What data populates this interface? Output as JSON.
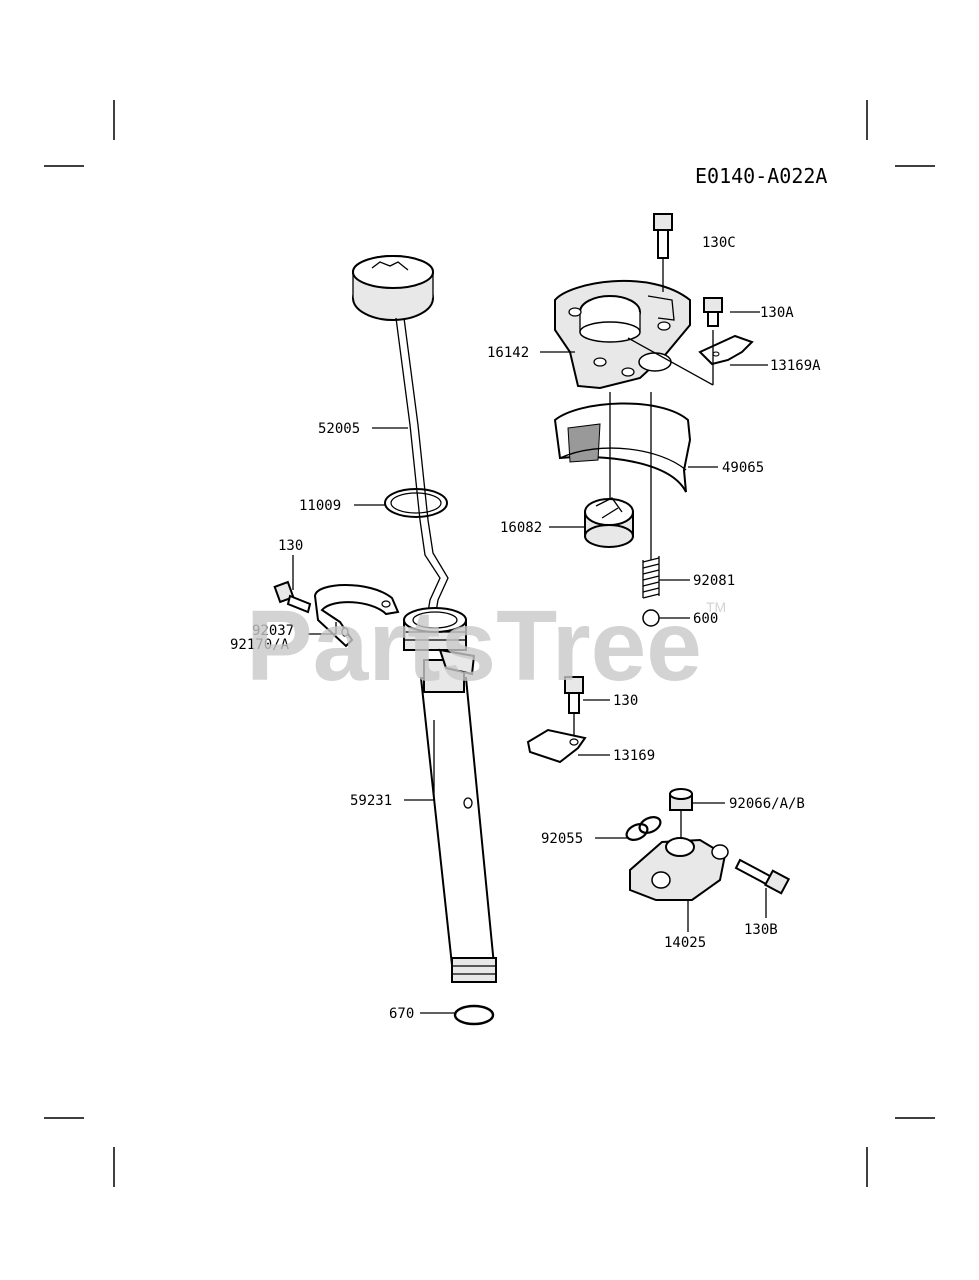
{
  "diagram_code": "E0140-A022A",
  "watermark": {
    "text": "PartsTree",
    "tm": "TM"
  },
  "parts": {
    "p130C": "130C",
    "p130A": "130A",
    "p16142": "16142",
    "p13169A": "13169A",
    "p52005": "52005",
    "p49065": "49065",
    "p11009": "11009",
    "p16082": "16082",
    "p130_left": "130",
    "p92081": "92081",
    "p600": "600",
    "p92037": "92037",
    "p92170A": "92170/A",
    "p130_mid": "130",
    "p13169": "13169",
    "p59231": "59231",
    "p92066": "92066/A/B",
    "p92055": "92055",
    "p14025": "14025",
    "p130B": "130B",
    "p670": "670"
  }
}
